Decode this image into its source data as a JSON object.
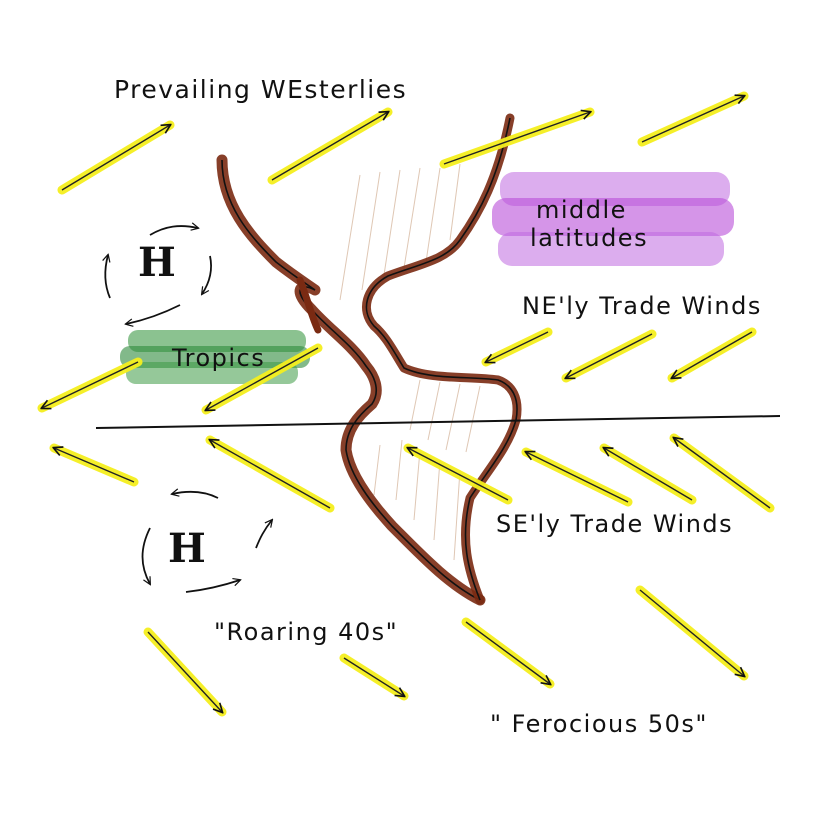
{
  "labels": {
    "prevailing_westerlies": "Prevailing WEsterlies",
    "middle_latitudes_1": "middle",
    "middle_latitudes_2": "latitudes",
    "ne_trade_winds": "NE'ly Trade Winds",
    "tropics": "Tropics",
    "se_trade_winds": "SE'ly Trade Winds",
    "roaring_40s": "\"Roaring 40s\"",
    "ferocious_50s": "\" Ferocious 50s\"",
    "high_north": "H",
    "high_south": "H"
  },
  "colors": {
    "wind_arrow_fill": "#f5ef1e",
    "arrow_ink": "#111111",
    "continent_outline": "#7a2a12",
    "continent_hatch": "#b8835a",
    "middle_latitudes_highlight": "#b94fd8",
    "tropics_highlight": "#2e8b3c",
    "equator_line": "#111111"
  }
}
